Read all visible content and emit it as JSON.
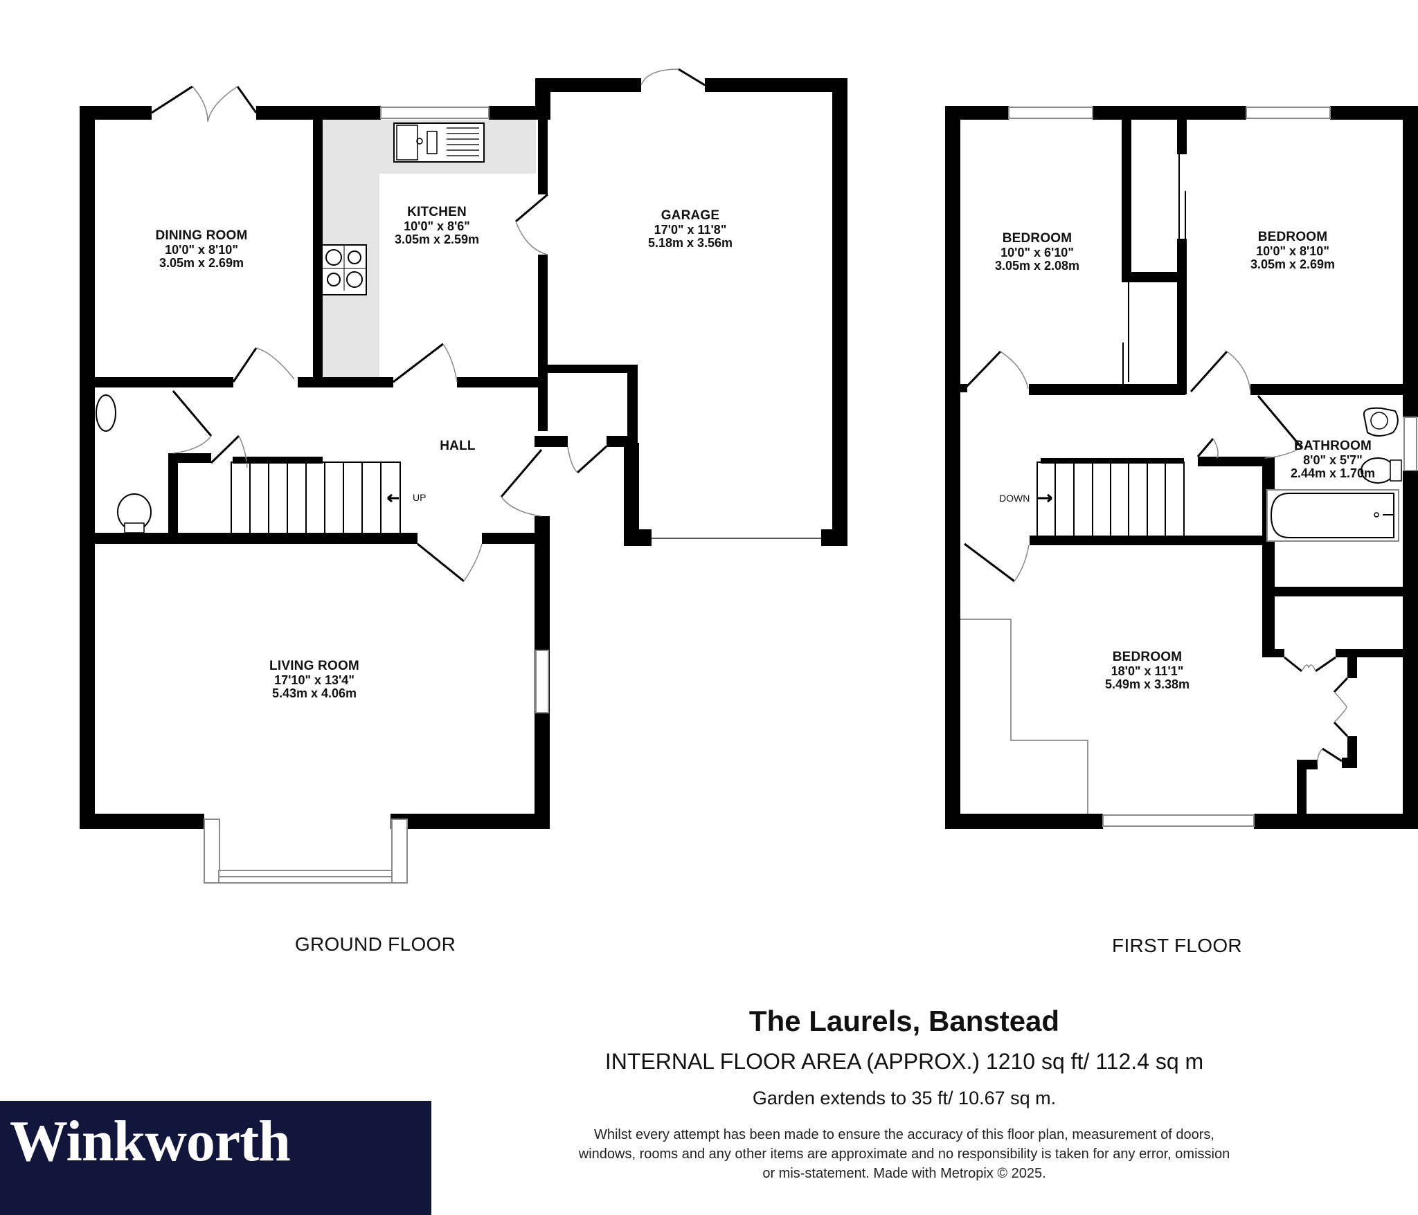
{
  "property": {
    "title": "The Laurels, Banstead",
    "internal_area": "INTERNAL FLOOR AREA (APPROX.) 1210 sq ft/ 112.4 sq m",
    "garden": "Garden extends to 35 ft/ 10.67 sq m.",
    "disclaimer": "Whilst every attempt has been made to ensure the accuracy of this floor plan, measurement of doors, windows, rooms and any other items are approximate and no responsibility is taken for any error, omission or mis-statement. Made with Metropix © 2025."
  },
  "brand": {
    "name": "Winkworth",
    "background_color": "#11163a",
    "text_color": "#ffffff"
  },
  "floors": {
    "ground": {
      "label": "GROUND FLOOR",
      "stair_label": "UP",
      "rooms": {
        "dining": {
          "name": "DINING ROOM",
          "imperial": "10'0\"  x 8'10\"",
          "metric": "3.05m  x 2.69m"
        },
        "kitchen": {
          "name": "KITCHEN",
          "imperial": "10'0\"  x 8'6\"",
          "metric": "3.05m  x 2.59m"
        },
        "garage": {
          "name": "GARAGE",
          "imperial": "17'0\"  x 11'8\"",
          "metric": "5.18m  x 3.56m"
        },
        "hall": {
          "name": "HALL"
        },
        "living": {
          "name": "LIVING ROOM",
          "imperial": "17'10\"  x 13'4\"",
          "metric": "5.43m  x 4.06m"
        }
      }
    },
    "first": {
      "label": "FIRST FLOOR",
      "stair_label": "DOWN",
      "rooms": {
        "bedroom_2": {
          "name": "BEDROOM",
          "imperial": "10'0\"  x 6'10\"",
          "metric": "3.05m  x 2.08m"
        },
        "bedroom_3": {
          "name": "BEDROOM",
          "imperial": "10'0\"  x 8'10\"",
          "metric": "3.05m  x 2.69m"
        },
        "bathroom": {
          "name": "BATHROOM",
          "imperial": "8'0\"  x 5'7\"",
          "metric": "2.44m  x 1.70m"
        },
        "bedroom_1": {
          "name": "BEDROOM",
          "imperial": "18'0\"  x 11'1\"",
          "metric": "5.49m  x 3.38m"
        }
      }
    }
  },
  "colors": {
    "wall": "#000000",
    "worktop": "#e5e5e5",
    "window_frame": "#8a8a8a"
  }
}
